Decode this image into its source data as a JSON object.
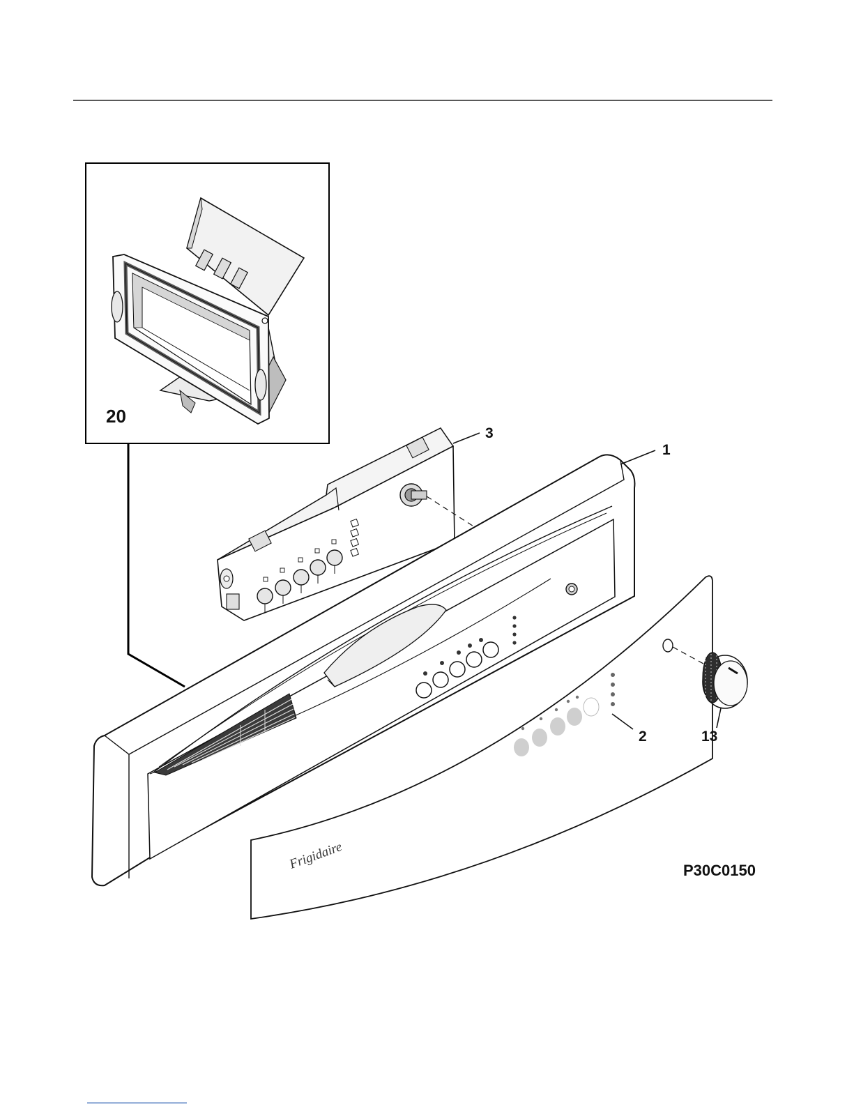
{
  "diagram": {
    "drawing_code": "P30C0150",
    "callouts": [
      {
        "id": "20",
        "part": "detergent-dispenser"
      },
      {
        "id": "3",
        "part": "electronic-control-board"
      },
      {
        "id": "1",
        "part": "control-panel"
      },
      {
        "id": "2",
        "part": "control-panel-overlay"
      },
      {
        "id": "13",
        "part": "control-knob"
      }
    ],
    "brand_script": "Frigidaire"
  },
  "colors": {
    "line": "#111111",
    "panel_fill": "#ffffff",
    "shade": "#e6e6e6",
    "dark_shade": "#9a9a9a"
  }
}
